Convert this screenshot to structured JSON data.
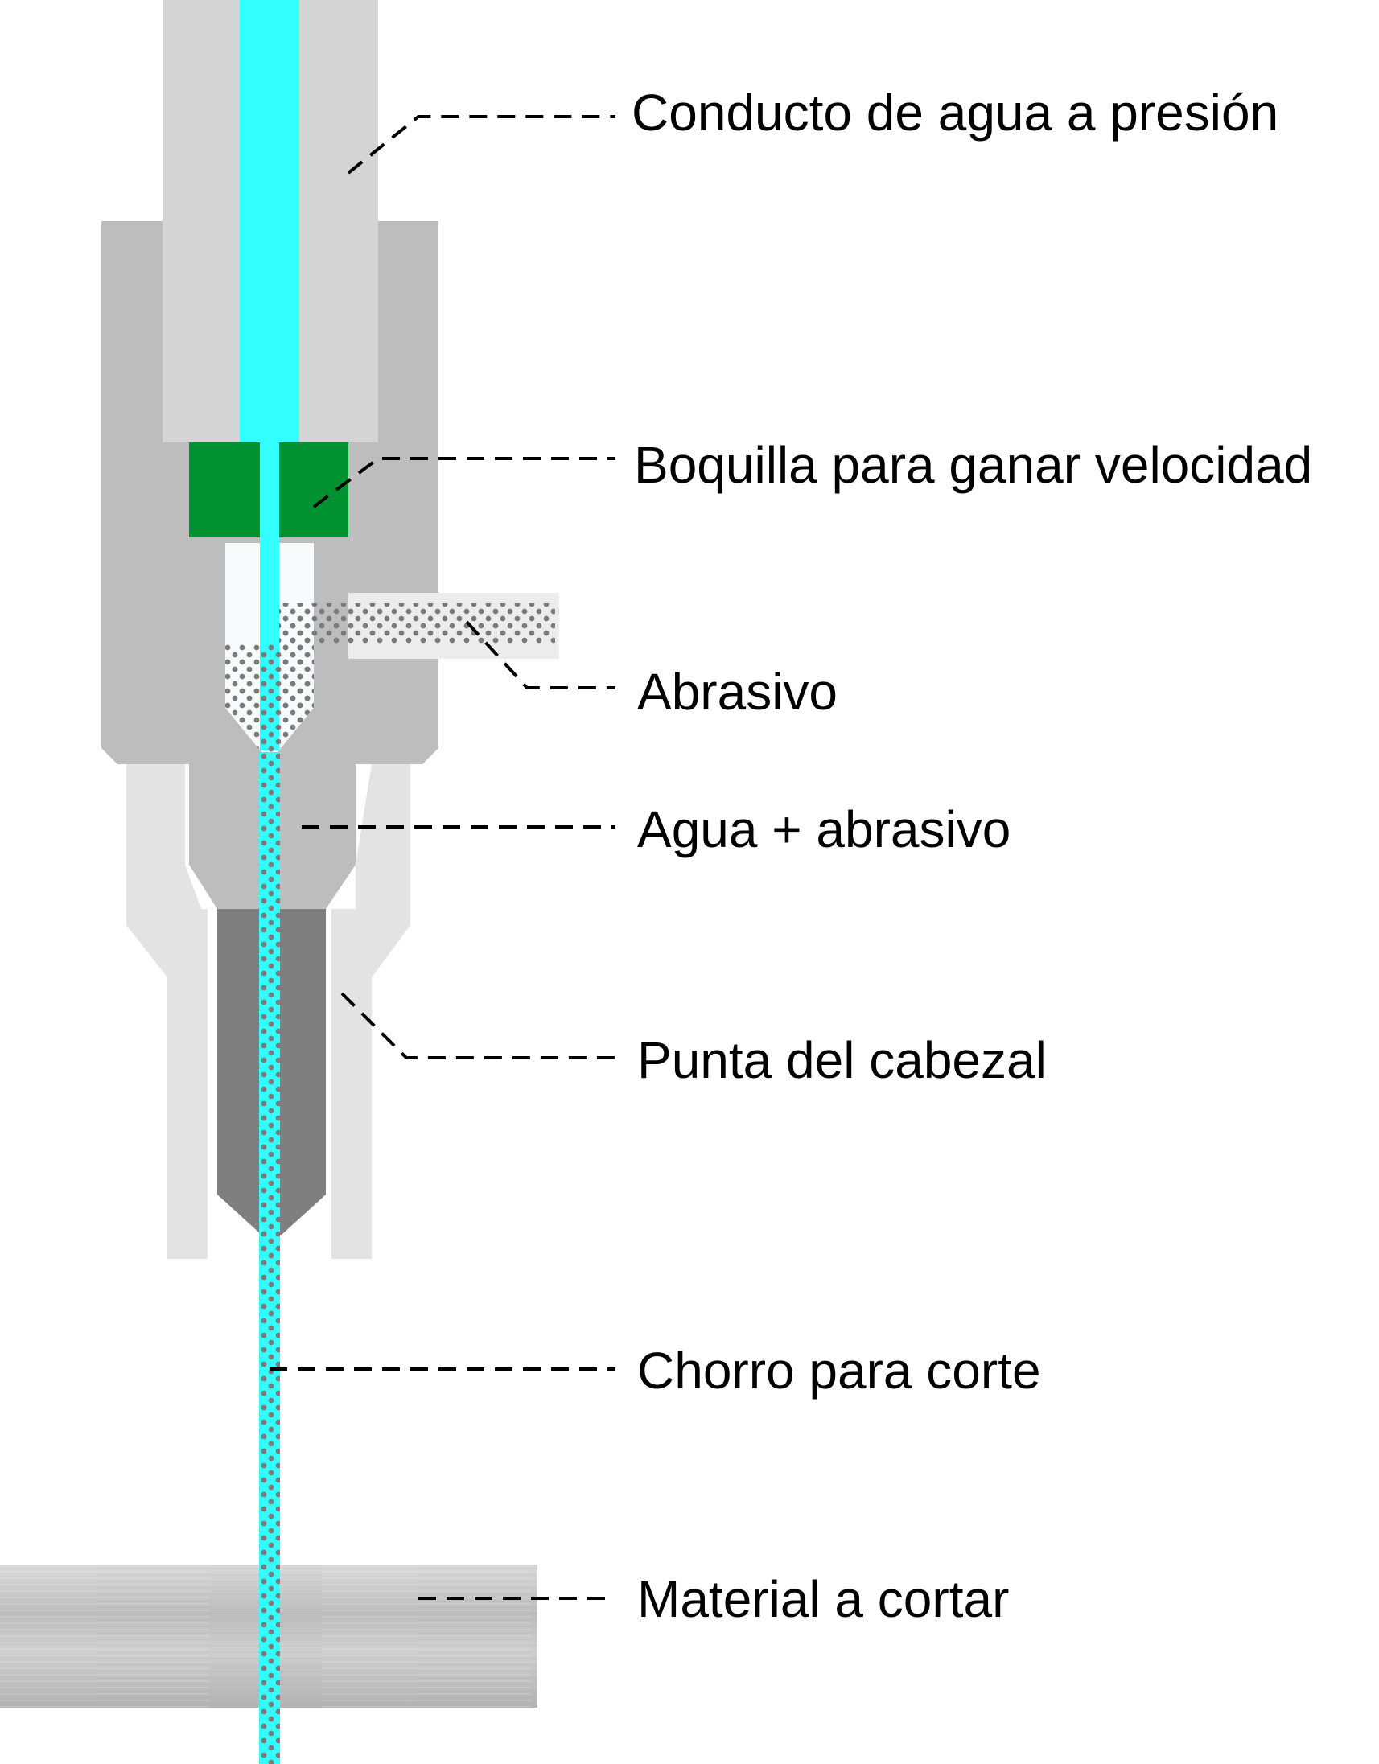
{
  "colors": {
    "water": "#33ffff",
    "nozzle_green": "#009130",
    "pipe_light": "#d4d4d4",
    "body_mid": "#bdbdbd",
    "tip_dark": "#7f7f7f",
    "outer_sleeve": "#e3e3e3",
    "abrasive_dot": "#7a7a7a",
    "chamber": "#f7fafa",
    "material_steel": "#c8c8c8"
  },
  "labels": {
    "pressure_duct": "Conducto de agua a presión",
    "speed_nozzle": "Boquilla para ganar velocidad",
    "abrasive": "Abrasivo",
    "water_abrasive": "Agua + abrasivo",
    "head_tip": "Punta del cabezal",
    "cutting_jet": "Chorro para corte",
    "material": "Material a cortar"
  }
}
